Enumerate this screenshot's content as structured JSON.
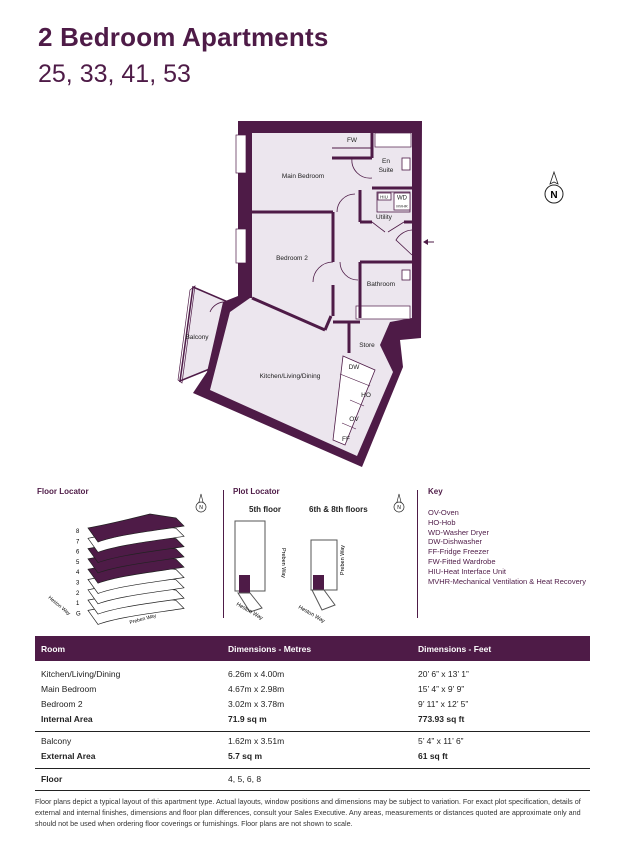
{
  "header": {
    "title": "2 Bedroom Apartments",
    "plots": "25, 33, 41, 53"
  },
  "colors": {
    "brand": "#4e1b47",
    "room_fill": "#ece6ee"
  },
  "floorplan": {
    "rooms": {
      "main_bedroom": "Main Bedroom",
      "fw": "FW",
      "en_suite_1": "En",
      "en_suite_2": "Suite",
      "hiu": "HIU",
      "wd": "WD",
      "mvhr": "MVHR",
      "utility": "Utility",
      "bedroom2": "Bedroom 2",
      "bathroom": "Bathroom",
      "balcony": "Balcony",
      "store": "Store",
      "kitchen": "Kitchen/Living/Dining",
      "dw": "DW",
      "ho": "HO",
      "ov": "OV",
      "ff": "FF"
    },
    "north": "N"
  },
  "floor_locator": {
    "title": "Floor Locator",
    "floors": [
      "8",
      "7",
      "6",
      "5",
      "4",
      "3",
      "2",
      "1",
      "G"
    ],
    "highlighted": [
      "8",
      "6",
      "5",
      "4"
    ],
    "street1": "Heston Way",
    "street2": "Preben Way",
    "north": "N"
  },
  "plot_locator": {
    "title": "Plot Locator",
    "plan1_label": "5th floor",
    "plan2_label": "6th & 8th floors",
    "street_side": "Preben Way",
    "street_bottom": "Heston Way",
    "north": "N"
  },
  "key": {
    "title": "Key",
    "items": [
      "OV-Oven",
      "HO-Hob",
      "WD-Washer Dryer",
      "DW-Dishwasher",
      "FF-Fridge Freezer",
      "FW-Fitted Wardrobe",
      "HIU-Heat Interface Unit",
      "MVHR-Mechanical Ventilation & Heat Recovery"
    ]
  },
  "table": {
    "headers": [
      "Room",
      "Dimensions - Metres",
      "Dimensions - Feet"
    ],
    "rooms": [
      [
        "Kitchen/Living/Dining",
        "6.26m x 4.00m",
        "20’ 6” x 13’ 1”"
      ],
      [
        "Main Bedroom",
        "4.67m x 2.98m",
        "15’ 4” x 9’ 9”"
      ],
      [
        "Bedroom 2",
        "3.02m x 3.78m",
        "9’ 11” x 12’ 5”"
      ]
    ],
    "internal": [
      "Internal Area",
      "71.9 sq m",
      "773.93 sq ft"
    ],
    "balcony": [
      "Balcony",
      "1.62m x 3.51m",
      "5’ 4” x 11’ 6”"
    ],
    "external": [
      "External Area",
      "5.7 sq m",
      "61 sq ft"
    ],
    "floor": [
      "Floor",
      "4, 5, 6, 8"
    ]
  },
  "footer": "Floor plans depict a typical layout of this apartment type. Actual layouts, window positions and dimensions may be subject to variation. For exact plot specification, details of external and internal finishes, dimensions and floor plan differences, consult your Sales Executive. Any areas, measurements or distances quoted are approximate only and should not be used when ordering floor coverings or furnishings. Floor plans are not shown to scale."
}
